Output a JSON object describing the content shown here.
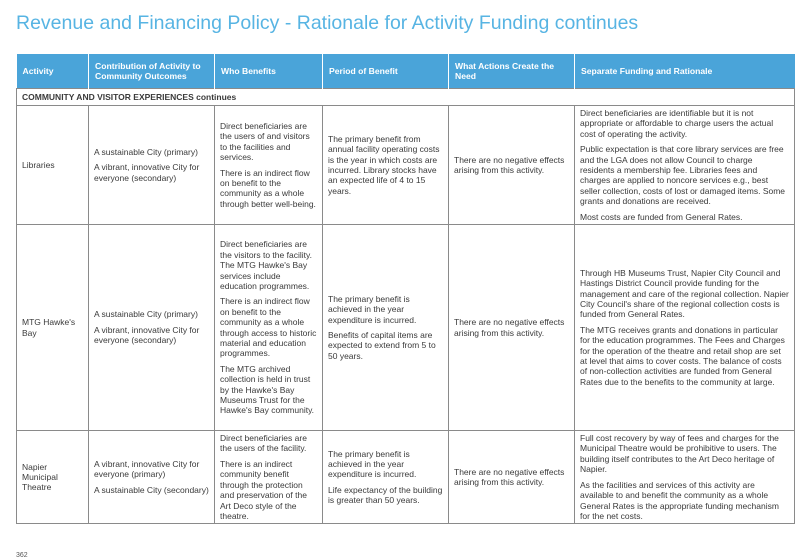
{
  "title": "Revenue and Financing Policy - Rationale for Activity Funding continues",
  "headers": {
    "activity": "Activity",
    "contribution": "Contribution of Activity to Community Outcomes",
    "who_benefits": "Who Benefits",
    "period": "Period of Benefit",
    "actions": "What Actions Create the Need",
    "funding": "Separate Funding and Rationale"
  },
  "section": "COMMUNITY AND VISITOR EXPERIENCES continues",
  "rows": [
    {
      "activity": "Libraries",
      "contribution": [
        "A sustainable City (primary)",
        "A vibrant, innovative City for everyone (secondary)"
      ],
      "who_benefits": [
        "Direct beneficiaries are the users of and visitors to the facilities and services.",
        "There is an indirect flow on benefit to the community as a whole through better well-being."
      ],
      "period": [
        "The primary benefit from annual facility operating costs is the year in which costs are incurred.  Library stocks have an expected life of 4 to 15 years."
      ],
      "actions": [
        "There are no negative effects arising from this activity."
      ],
      "funding": [
        "Direct beneficiaries are identifiable but it is not appropriate or affordable to charge users the actual cost of operating the activity.",
        "Public expectation is that core library services are free and the LGA does not allow Council to charge residents a membership fee. Libraries fees and charges are applied to noncore services e.g., best seller collection, costs of lost or damaged items. Some grants and donations are received.",
        "Most costs are funded from General Rates."
      ]
    },
    {
      "activity": "MTG Hawke's Bay",
      "contribution": [
        "A sustainable City (primary)",
        "A vibrant, innovative City for everyone (secondary)"
      ],
      "who_benefits": [
        "Direct beneficiaries are the visitors to the facility. The MTG Hawke's Bay services include education programmes.",
        "There is an indirect flow on benefit to the community as a whole through access to historic material and education programmes.",
        "The MTG archived collection is held in trust by the Hawke's Bay Museums Trust for the Hawke's Bay community."
      ],
      "period": [
        "The primary benefit is achieved in the year expenditure is incurred.",
        "Benefits of capital items are expected to extend from 5 to 50 years."
      ],
      "actions": [
        "There are no negative effects arising from this activity."
      ],
      "funding": [
        "Through HB Museums Trust, Napier City Council and Hastings District Council provide funding for the management and care of the regional collection. Napier City Council's share of the regional collection costs is funded from General Rates.",
        "The MTG receives grants and donations in particular for the education programmes. The Fees and Charges for the operation of the theatre and retail shop are set at level that aims to cover costs. The balance of costs of non-collection activities are funded from General Rates due to the benefits to the community at large."
      ]
    },
    {
      "activity": "Napier Municipal Theatre",
      "contribution": [
        "A vibrant, innovative City for everyone (primary)",
        "A sustainable City (secondary)"
      ],
      "who_benefits": [
        "Direct beneficiaries are the users of the facility.",
        "There is an indirect community benefit through the protection and preservation of the Art Deco style of the theatre."
      ],
      "period": [
        "The primary benefit is achieved in the year expenditure is incurred.",
        "Life expectancy of the building is greater than 50 years."
      ],
      "actions": [
        "There are no negative effects arising from this activity."
      ],
      "funding": [
        "Full cost recovery by way of fees and charges for the Municipal Theatre would be prohibitive to users. The building itself contributes to the Art Deco heritage of Napier.",
        "As the facilities and services of this activity are available to and benefit the community as a whole General Rates is the appropriate funding mechanism for the net costs."
      ]
    }
  ],
  "page_number": "362"
}
